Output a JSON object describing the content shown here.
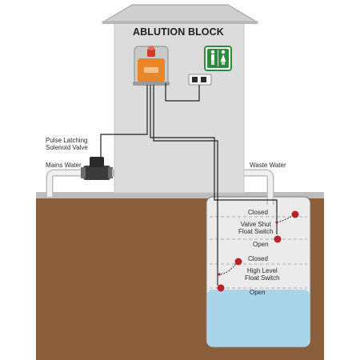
{
  "building": {
    "title": "ABLUTION BLOCK"
  },
  "labels": {
    "valve": "Pulse Latching\nSolenoid Valve",
    "mains_water": "Mains Water",
    "waste_water": "Waste Water",
    "closed_top": "Closed",
    "valve_shut_switch": "Valve Shut\nFloat Switch",
    "open_top": "Open",
    "closed_bottom": "Closed",
    "high_level_switch": "High Level\nFloat Switch",
    "open_bottom": "Open"
  },
  "colors": {
    "building": "#dcdcdc",
    "roof": "#cfcfcf",
    "ground": "#8a5d3b",
    "water": "#a9d4ea",
    "pipe": "#e6e6e6",
    "controller": "#e8862a",
    "float": "#b8242b",
    "toilet_sign": "#2e8b3d"
  },
  "icons": {
    "toilet_sign": "male-female-icon",
    "beacon": "beacon-icon",
    "power_outlet": "power-outlet-icon"
  }
}
